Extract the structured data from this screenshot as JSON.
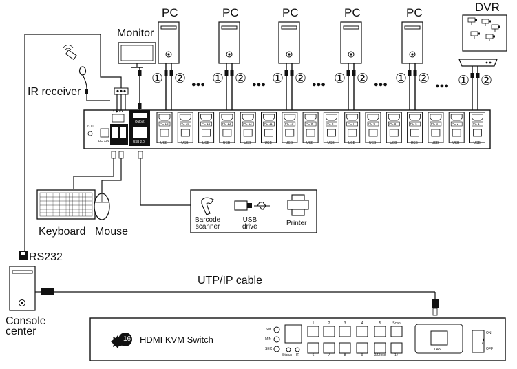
{
  "labels": {
    "pc": "PC",
    "dvr": "DVR",
    "monitor": "Monitor",
    "ir_receiver": "IR receiver",
    "keyboard": "Keyboard",
    "mouse": "Mouse",
    "rs232": "RS232",
    "console_center_line1": "Console",
    "console_center_line2": "center",
    "utp_cable": "UTP/IP cable",
    "barcode_line1": "Barcode",
    "barcode_line2": "scanner",
    "usb_line1": "USB",
    "usb_line2": "drive",
    "printer": "Printer"
  },
  "circle_labels": {
    "one": "①",
    "two": "②"
  },
  "ellipsis": "●●●",
  "back_panel": {
    "tx_rx": "TX ◆ RX",
    "ir_in": "IR In",
    "dc": "DC 12V",
    "output": "Output",
    "usb20": "USB 2.0",
    "ports": [
      "PC 16",
      "PC 15",
      "PC 14",
      "PC 13",
      "PC 12",
      "PC 11",
      "PC 10",
      "PC 9",
      "PC 8",
      "PC 7",
      "PC 6",
      "PC 5",
      "PC 4",
      "PC 3",
      "PC 2",
      "PC 1"
    ],
    "usb": "USB"
  },
  "front_panel": {
    "badge": "16",
    "title": "HDMI KVM Switch",
    "side_labels": [
      "Set",
      "MIN",
      "SEC"
    ],
    "status": "Status",
    "ir": "IR",
    "top_numbers": [
      "1",
      "2",
      "3",
      "4",
      "5",
      "Scan"
    ],
    "bottom_numbers": [
      "6",
      "7",
      "8",
      "9",
      "0/Close",
      "1+"
    ],
    "lan": "LAN",
    "on": "ON",
    "off": "OFF"
  }
}
